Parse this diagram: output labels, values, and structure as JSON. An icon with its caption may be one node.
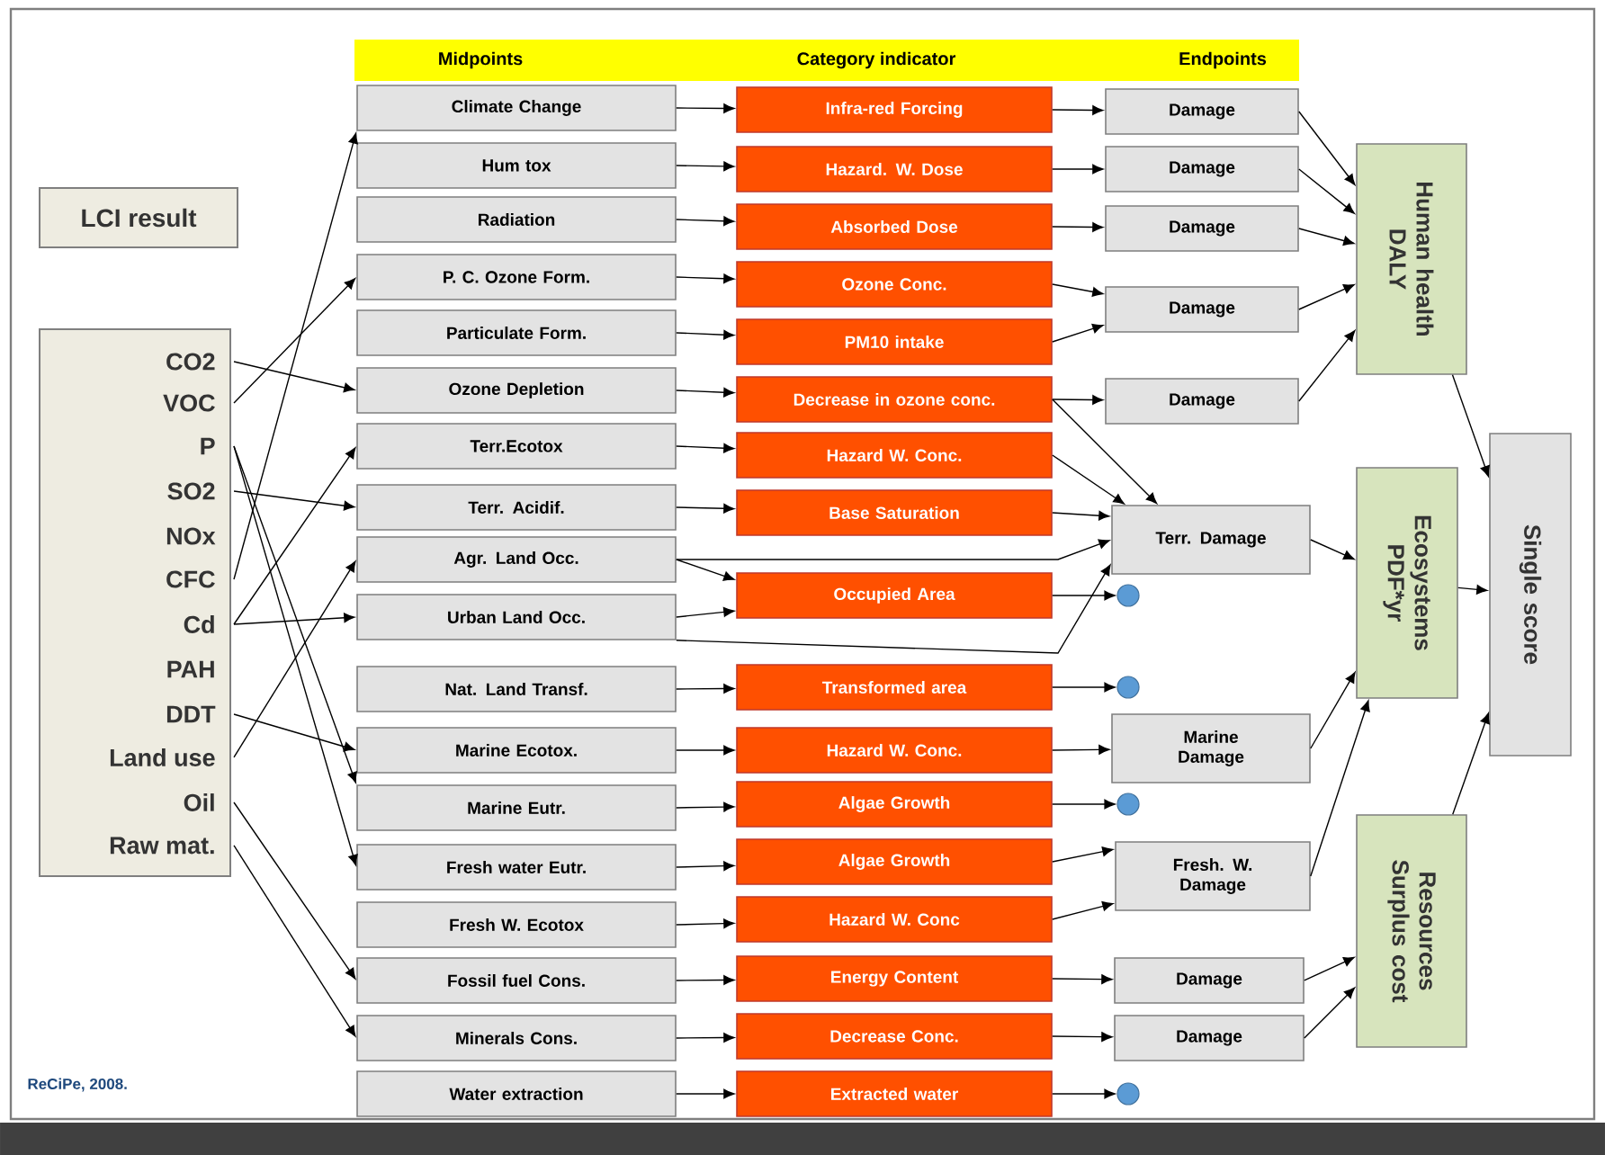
{
  "diagram": {
    "nodes": [
      {
        "text": [
          "Midpoints",
          "Category indicator",
          "Endpoints"
        ]
      },
      {
        "text": [
          "LCI result"
        ]
      },
      {
        "text": [],
        "shape": "box"
      },
      {
        "text": [
          "CO2"
        ],
        "in": 2
      },
      {
        "text": [
          "VOC"
        ],
        "in": 2
      },
      {
        "text": [
          "P"
        ],
        "in": 2
      },
      {
        "text": [
          "SO2"
        ],
        "in": 2
      },
      {
        "text": [
          "NOx"
        ],
        "in": 2
      },
      {
        "text": [
          "CFC"
        ],
        "in": 2
      },
      {
        "text": [
          "Cd"
        ],
        "in": 2
      },
      {
        "text": [
          "PAH"
        ],
        "in": 2
      },
      {
        "text": [
          "DDT"
        ],
        "in": 2
      },
      {
        "text": [
          "Land use"
        ],
        "in": 2
      },
      {
        "text": [
          "Oil"
        ],
        "in": 2
      },
      {
        "text": [
          "Raw mat."
        ],
        "in": 2
      },
      {
        "text": [
          "Climate Change"
        ]
      },
      {
        "text": [
          "Hum tox"
        ]
      },
      {
        "text": [
          "Radiation"
        ]
      },
      {
        "text": [
          "P. C. Ozone Form."
        ]
      },
      {
        "text": [
          "Particulate Form."
        ]
      },
      {
        "text": [
          "Ozone Depletion"
        ]
      },
      {
        "text": [
          "Terr.Ecotox"
        ]
      },
      {
        "text": [
          "Terr. Acidif."
        ]
      },
      {
        "text": [
          "Agr. Land Occ."
        ]
      },
      {
        "text": [
          "Urban Land Occ."
        ]
      },
      {
        "text": [
          "Nat. Land Transf."
        ]
      },
      {
        "text": [
          "Marine Ecotox."
        ]
      },
      {
        "text": [
          "Marine Eutr."
        ]
      },
      {
        "text": [
          "Fresh water Eutr."
        ]
      },
      {
        "text": [
          "Fresh W. Ecotox"
        ]
      },
      {
        "text": [
          "Fossil fuel Cons."
        ]
      },
      {
        "text": [
          "Minerals Cons."
        ]
      },
      {
        "text": [
          "Water extraction"
        ]
      },
      {
        "text": [
          "Infra-red Forcing"
        ]
      },
      {
        "text": [
          "Hazard. W. Dose"
        ]
      },
      {
        "text": [
          "Absorbed Dose"
        ]
      },
      {
        "text": [
          "Ozone Conc."
        ]
      },
      {
        "text": [
          "PM10 intake"
        ]
      },
      {
        "text": [
          "Decrease in ozone conc."
        ]
      },
      {
        "text": [
          "Hazard W. Conc."
        ]
      },
      {
        "text": [
          "Base Saturation"
        ]
      },
      {
        "text": [
          "Occupied Area"
        ]
      },
      {
        "text": [
          "Transformed area"
        ]
      },
      {
        "text": [
          "Hazard W. Conc."
        ]
      },
      {
        "text": [
          "Algae Growth"
        ]
      },
      {
        "text": [
          "Algae Growth"
        ]
      },
      {
        "text": [
          "Hazard W. Conc"
        ]
      },
      {
        "text": [
          "Energy Content"
        ]
      },
      {
        "text": [
          "Decrease Conc."
        ]
      },
      {
        "text": [
          "Extracted water"
        ]
      },
      {
        "text": [
          "Damage"
        ]
      },
      {
        "text": [
          "Damage"
        ]
      },
      {
        "text": [
          "Damage"
        ]
      },
      {
        "text": [
          "Damage"
        ]
      },
      {
        "text": [
          "Damage"
        ]
      },
      {
        "text": [
          "Terr. Damage"
        ]
      },
      {
        "text": [],
        "shape": "circle"
      },
      {
        "text": [],
        "shape": "circle"
      },
      {
        "text": [
          "Marine Damage"
        ]
      },
      {
        "text": [],
        "shape": "circle"
      },
      {
        "text": [
          "Fresh. W. Damage"
        ]
      },
      {
        "text": [
          "Damage"
        ]
      },
      {
        "text": [
          "Damage"
        ]
      },
      {
        "text": [],
        "shape": "circle"
      },
      {
        "text": [
          "Human health",
          "DALY"
        ]
      },
      {
        "text": [
          "Ecosystems",
          "PDF*yr"
        ]
      },
      {
        "text": [
          "Resources",
          "Surplus cost"
        ]
      },
      {
        "text": [
          "Single score"
        ]
      }
    ],
    "edges": [
      {
        "from": 3,
        "to": 20,
        "arrow": "to"
      },
      {
        "from": 4,
        "to": 18,
        "arrow": "to"
      },
      {
        "from": 5,
        "to": 27,
        "arrow": "to"
      },
      {
        "from": 5,
        "to": 28,
        "arrow": "to"
      },
      {
        "from": 6,
        "to": 22,
        "arrow": "to"
      },
      {
        "from": 8,
        "to": 15,
        "arrow": "to"
      },
      {
        "from": 9,
        "to": 21,
        "arrow": "to"
      },
      {
        "from": 9,
        "to": 24,
        "arrow": "to"
      },
      {
        "from": 11,
        "to": 26,
        "arrow": "to"
      },
      {
        "from": 12,
        "to": 23,
        "arrow": "to"
      },
      {
        "from": 13,
        "to": 30,
        "arrow": "to"
      },
      {
        "from": 14,
        "to": 31,
        "arrow": "to"
      },
      {
        "from": 15,
        "to": 33,
        "arrow": "to"
      },
      {
        "from": 16,
        "to": 34,
        "arrow": "to"
      },
      {
        "from": 17,
        "to": 35,
        "arrow": "to"
      },
      {
        "from": 18,
        "to": 36,
        "arrow": "to"
      },
      {
        "from": 19,
        "to": 37,
        "arrow": "to"
      },
      {
        "from": 20,
        "to": 38,
        "arrow": "to"
      },
      {
        "from": 21,
        "to": 39,
        "arrow": "to"
      },
      {
        "from": 22,
        "to": 40,
        "arrow": "to"
      },
      {
        "from": 23,
        "to": 41,
        "arrow": "to"
      },
      {
        "from": 24,
        "to": 41,
        "arrow": "to"
      },
      {
        "from": 23,
        "to": 55,
        "arrow": "to"
      },
      {
        "from": 24,
        "to": 55,
        "arrow": "to"
      },
      {
        "from": 25,
        "to": 42,
        "arrow": "to"
      },
      {
        "from": 26,
        "to": 43,
        "arrow": "to"
      },
      {
        "from": 27,
        "to": 44,
        "arrow": "to"
      },
      {
        "from": 28,
        "to": 45,
        "arrow": "to"
      },
      {
        "from": 29,
        "to": 46,
        "arrow": "to"
      },
      {
        "from": 30,
        "to": 47,
        "arrow": "to"
      },
      {
        "from": 31,
        "to": 48,
        "arrow": "to"
      },
      {
        "from": 32,
        "to": 49,
        "arrow": "to"
      },
      {
        "from": 33,
        "to": 50,
        "arrow": "to"
      },
      {
        "from": 34,
        "to": 51,
        "arrow": "to"
      },
      {
        "from": 35,
        "to": 52,
        "arrow": "to"
      },
      {
        "from": 36,
        "to": 53,
        "arrow": "to"
      },
      {
        "from": 37,
        "to": 53,
        "arrow": "to"
      },
      {
        "from": 38,
        "to": 54,
        "arrow": "to"
      },
      {
        "from": 38,
        "to": 55,
        "arrow": "to"
      },
      {
        "from": 39,
        "to": 55,
        "arrow": "to"
      },
      {
        "from": 40,
        "to": 55,
        "arrow": "to"
      },
      {
        "from": 41,
        "to": 56,
        "arrow": "to"
      },
      {
        "from": 42,
        "to": 57,
        "arrow": "to"
      },
      {
        "from": 43,
        "to": 58,
        "arrow": "to"
      },
      {
        "from": 44,
        "to": 59,
        "arrow": "to"
      },
      {
        "from": 45,
        "to": 60,
        "arrow": "to"
      },
      {
        "from": 46,
        "to": 60,
        "arrow": "to"
      },
      {
        "from": 47,
        "to": 61,
        "arrow": "to"
      },
      {
        "from": 48,
        "to": 62,
        "arrow": "to"
      },
      {
        "from": 49,
        "to": 63,
        "arrow": "to"
      },
      {
        "from": 50,
        "to": 64,
        "arrow": "to"
      },
      {
        "from": 51,
        "to": 64,
        "arrow": "to"
      },
      {
        "from": 52,
        "to": 64,
        "arrow": "to"
      },
      {
        "from": 53,
        "to": 64,
        "arrow": "to"
      },
      {
        "from": 54,
        "to": 64,
        "arrow": "to"
      },
      {
        "from": 55,
        "to": 65,
        "arrow": "to"
      },
      {
        "from": 58,
        "to": 65,
        "arrow": "to"
      },
      {
        "from": 60,
        "to": 65,
        "arrow": "to"
      },
      {
        "from": 61,
        "to": 66,
        "arrow": "to"
      },
      {
        "from": 62,
        "to": 66,
        "arrow": "to"
      },
      {
        "from": 64,
        "to": 67,
        "arrow": "to"
      },
      {
        "from": 65,
        "to": 67,
        "arrow": "to"
      },
      {
        "from": 66,
        "to": 67,
        "arrow": "to"
      }
    ],
    "labels": [
      "ReCiPe, 2008."
    ]
  }
}
